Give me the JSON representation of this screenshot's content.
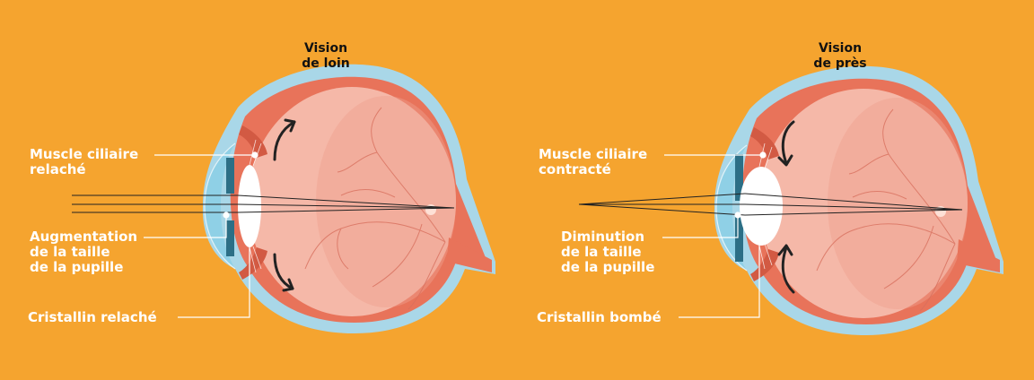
{
  "background_color": "#f5a42f",
  "diagrams": [
    {
      "id": "far",
      "title": "Vision\nde loin",
      "labels": {
        "muscle": "Muscle ciliaire\nrelaché",
        "pupil": "Augmentation\nde la taille\nde la pupille",
        "lens": "Cristallin relaché"
      },
      "lens_shape": "thin",
      "arrow_direction": "outward"
    },
    {
      "id": "near",
      "title": "Vision\nde près",
      "labels": {
        "muscle": "Muscle ciliaire\ncontracté",
        "pupil": "Diminution\nde la taille\nde la pupille",
        "lens": "Cristallin bombé"
      },
      "lens_shape": "bulging",
      "arrow_direction": "inward"
    }
  ],
  "colors": {
    "sclera": "#a9d7e8",
    "choroid": "#e8735a",
    "retina": "#f0a08d",
    "vitreous": "#f5b8a8",
    "lens": "#ffffff",
    "cornea": "#8fd0e6",
    "iris": "#2c6f86",
    "arrows": "#222222",
    "leader_lines": "#ffffff"
  }
}
